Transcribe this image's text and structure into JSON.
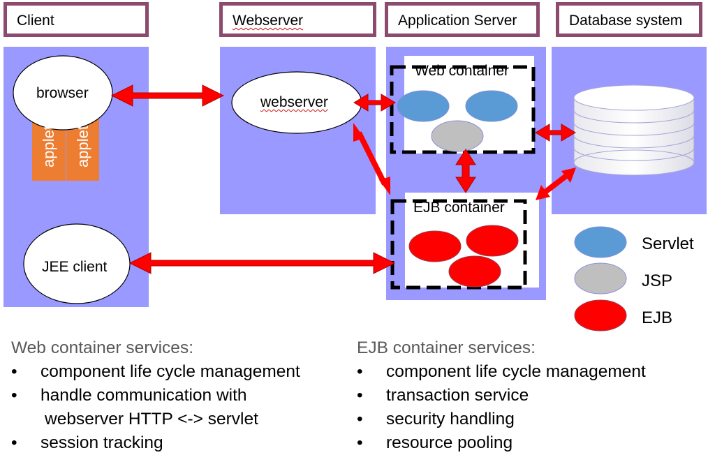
{
  "tiers": {
    "client": "Client",
    "webserver": "Webserver",
    "app_server": "Application Server",
    "database": "Database system"
  },
  "nodes": {
    "browser": "browser",
    "applet_1": "applet",
    "applet_2": "applet",
    "webserver": "webserver",
    "jee_client": "JEE client",
    "web_container": "Web container",
    "ejb_container": "EJB container"
  },
  "legend": {
    "servlet": "Servlet",
    "jsp": "JSP",
    "ejb": "EJB"
  },
  "web_services": {
    "heading": "Web container services:",
    "item_1": "component life cycle management",
    "item_2": "handle communication with",
    "item_2b": "webserver HTTP <-> servlet",
    "item_3": "session tracking"
  },
  "ejb_services": {
    "heading": "EJB container services:",
    "item_1": "component life cycle management",
    "item_2": "transaction service",
    "item_3": "security handling",
    "item_4": "resource pooling"
  },
  "colors": {
    "panel": "#9a99ff",
    "header_border": "#8c4a6e",
    "servlet": "#5b9bd5",
    "jsp": "#bfbfbf",
    "ejb": "#ff0000",
    "arrow": "#ff0000",
    "applet": "#ed7d31"
  }
}
